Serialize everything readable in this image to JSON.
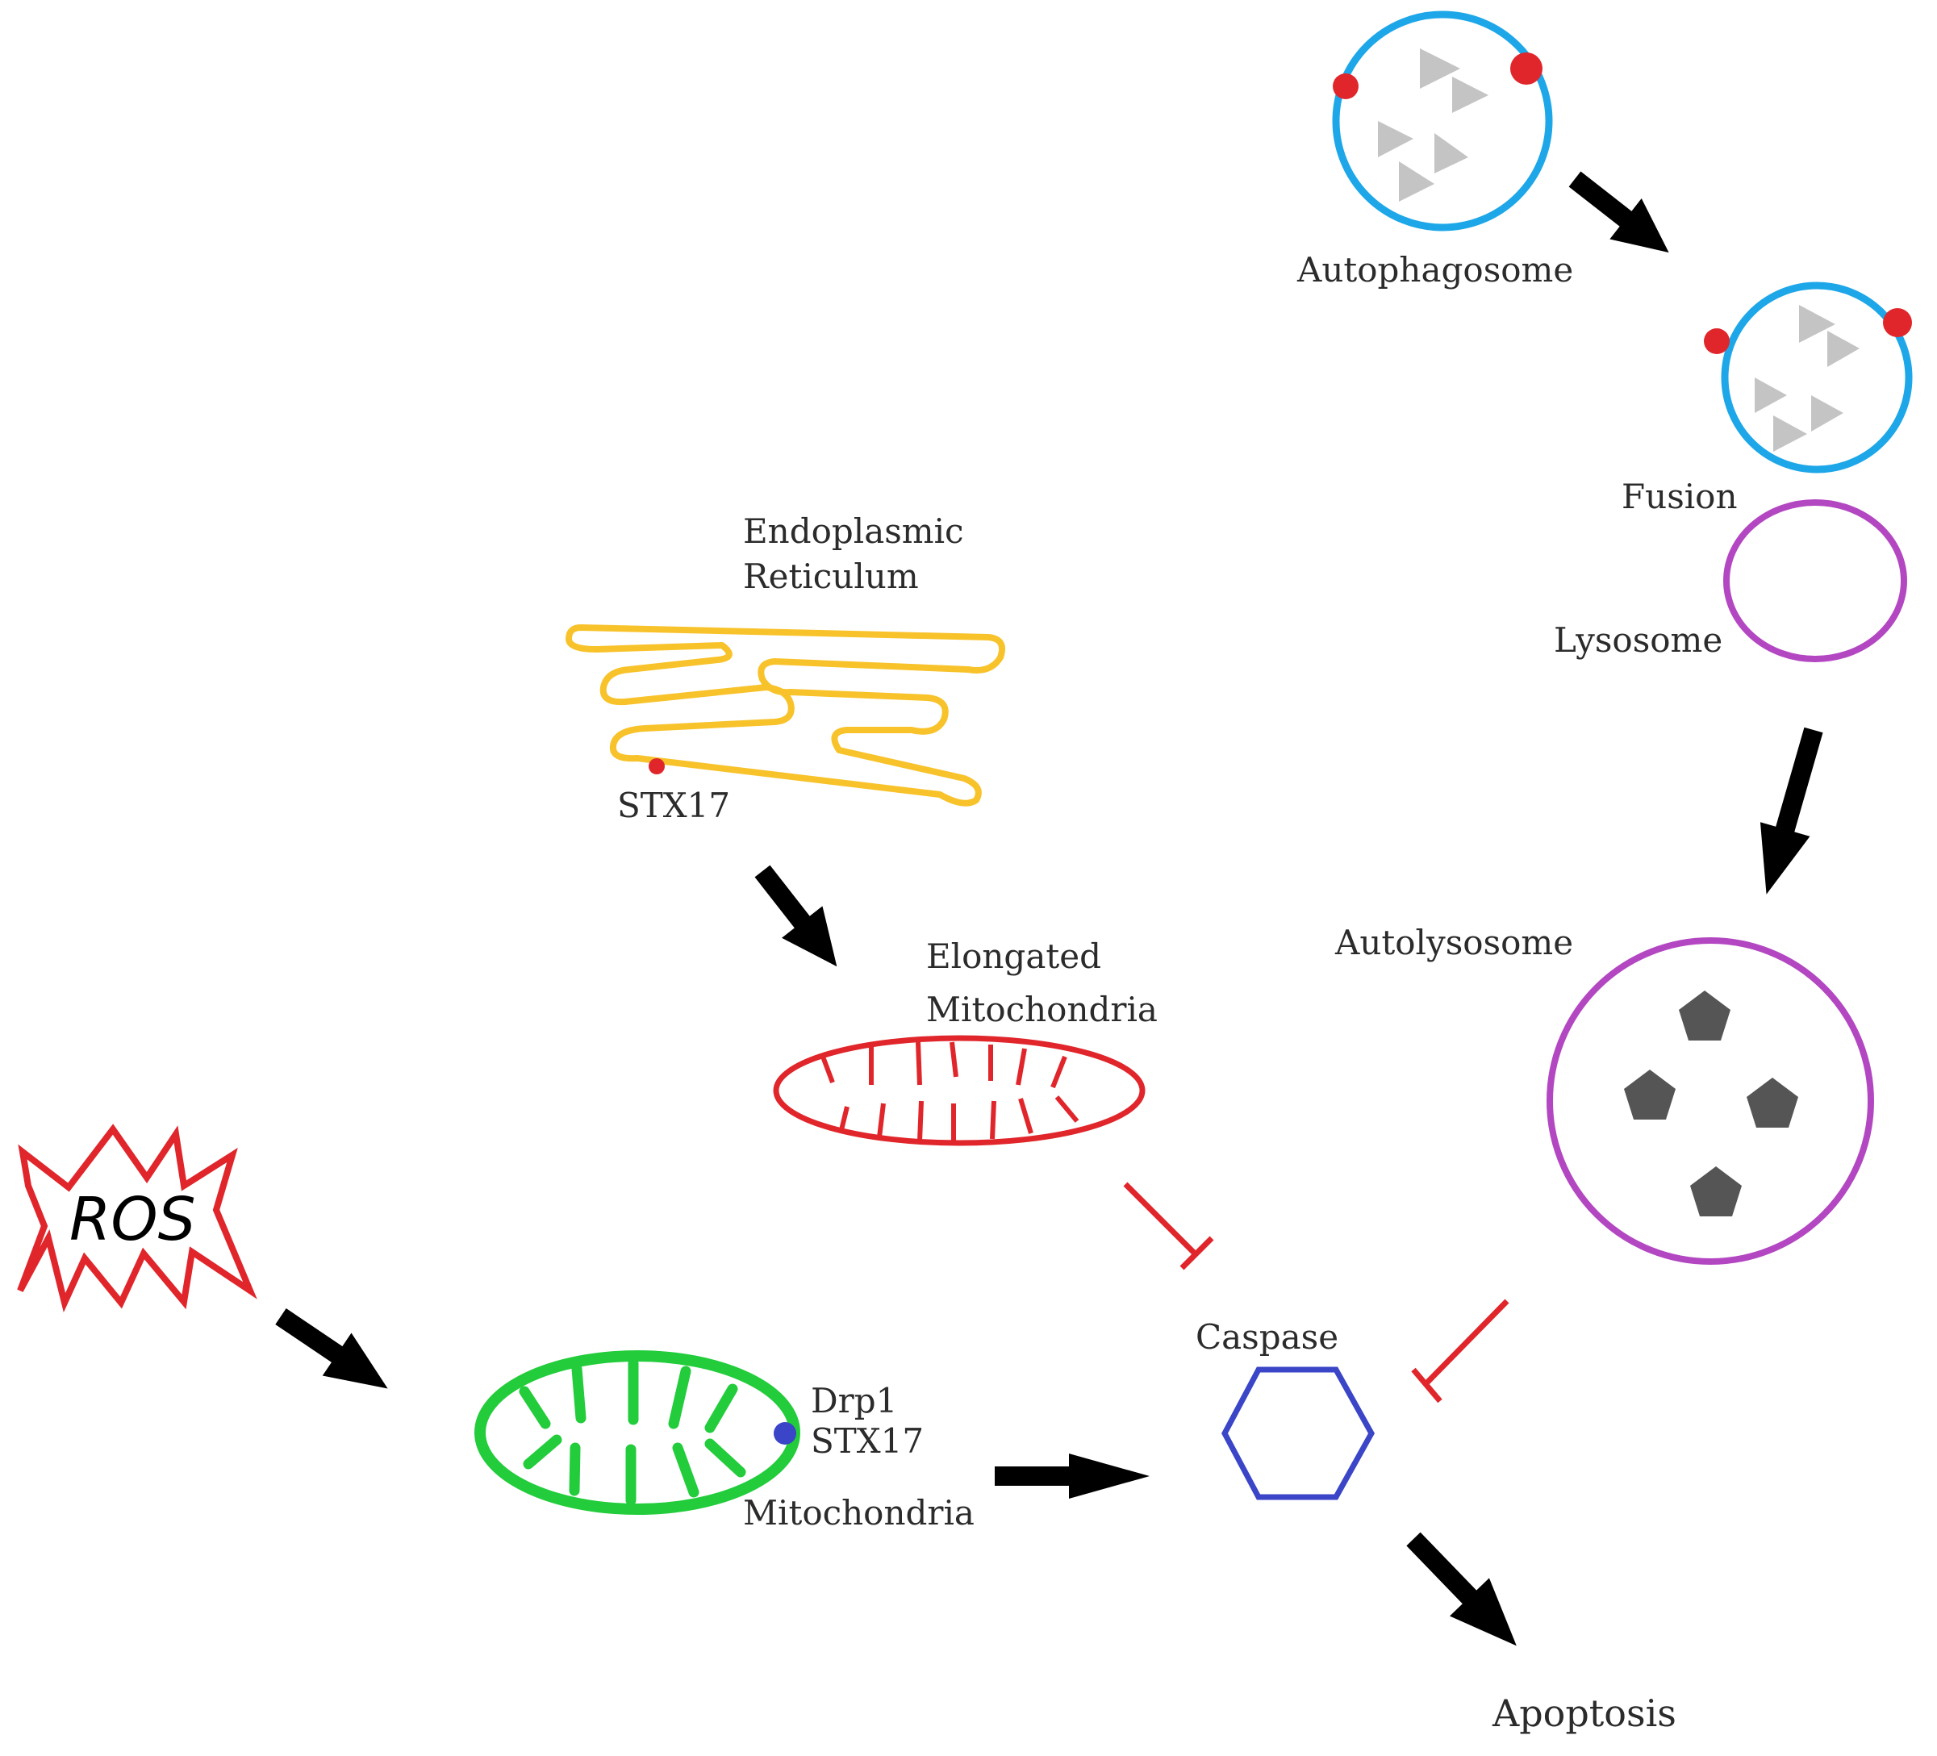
{
  "diagram": {
    "labels": {
      "autophagosome": "Autophagosome",
      "fusion": "Fusion",
      "lysosome": "Lysosome",
      "autolysosome": "Autolysosome",
      "er_line1": "Endoplasmic",
      "er_line2": "Reticulum",
      "stx17_er": "STX17",
      "elongated_line1": "Elongated",
      "elongated_line2": "Mitochondria",
      "ros": "ROS",
      "drp1": "Drp1",
      "stx17_mito": "STX17",
      "mitochondria": "Mitochondria",
      "caspase": "Caspase",
      "apoptosis": "Apoptosis"
    },
    "colors": {
      "autophagosome_membrane": "#1ea7e8",
      "lysosome_membrane": "#b347c2",
      "er": "#f8c22a",
      "elongated_mito": "#e0262b",
      "mito": "#22cc3b",
      "caspase": "#3a45c7",
      "ros_outline": "#e0262b",
      "inhibit": "#e0262b",
      "arrow": "#000000",
      "stx17_dot": "#e0262b",
      "drp1_dot": "#3a45c7",
      "cargo_light": "#c4c4c4",
      "cargo_dark": "#555555"
    },
    "edges": [
      {
        "from": "Autophagosome",
        "to": "Fusion",
        "type": "activate"
      },
      {
        "from": "Lysosome",
        "to": "Autolysosome",
        "type": "activate"
      },
      {
        "from": "Endoplasmic Reticulum",
        "to": "Elongated Mitochondria",
        "type": "activate"
      },
      {
        "from": "ROS",
        "to": "Mitochondria",
        "type": "activate"
      },
      {
        "from": "Mitochondria",
        "to": "Caspase",
        "type": "activate"
      },
      {
        "from": "Elongated Mitochondria",
        "to": "Caspase",
        "type": "inhibit"
      },
      {
        "from": "Autolysosome",
        "to": "Caspase",
        "type": "inhibit"
      },
      {
        "from": "Caspase",
        "to": "Apoptosis",
        "type": "activate"
      }
    ]
  }
}
